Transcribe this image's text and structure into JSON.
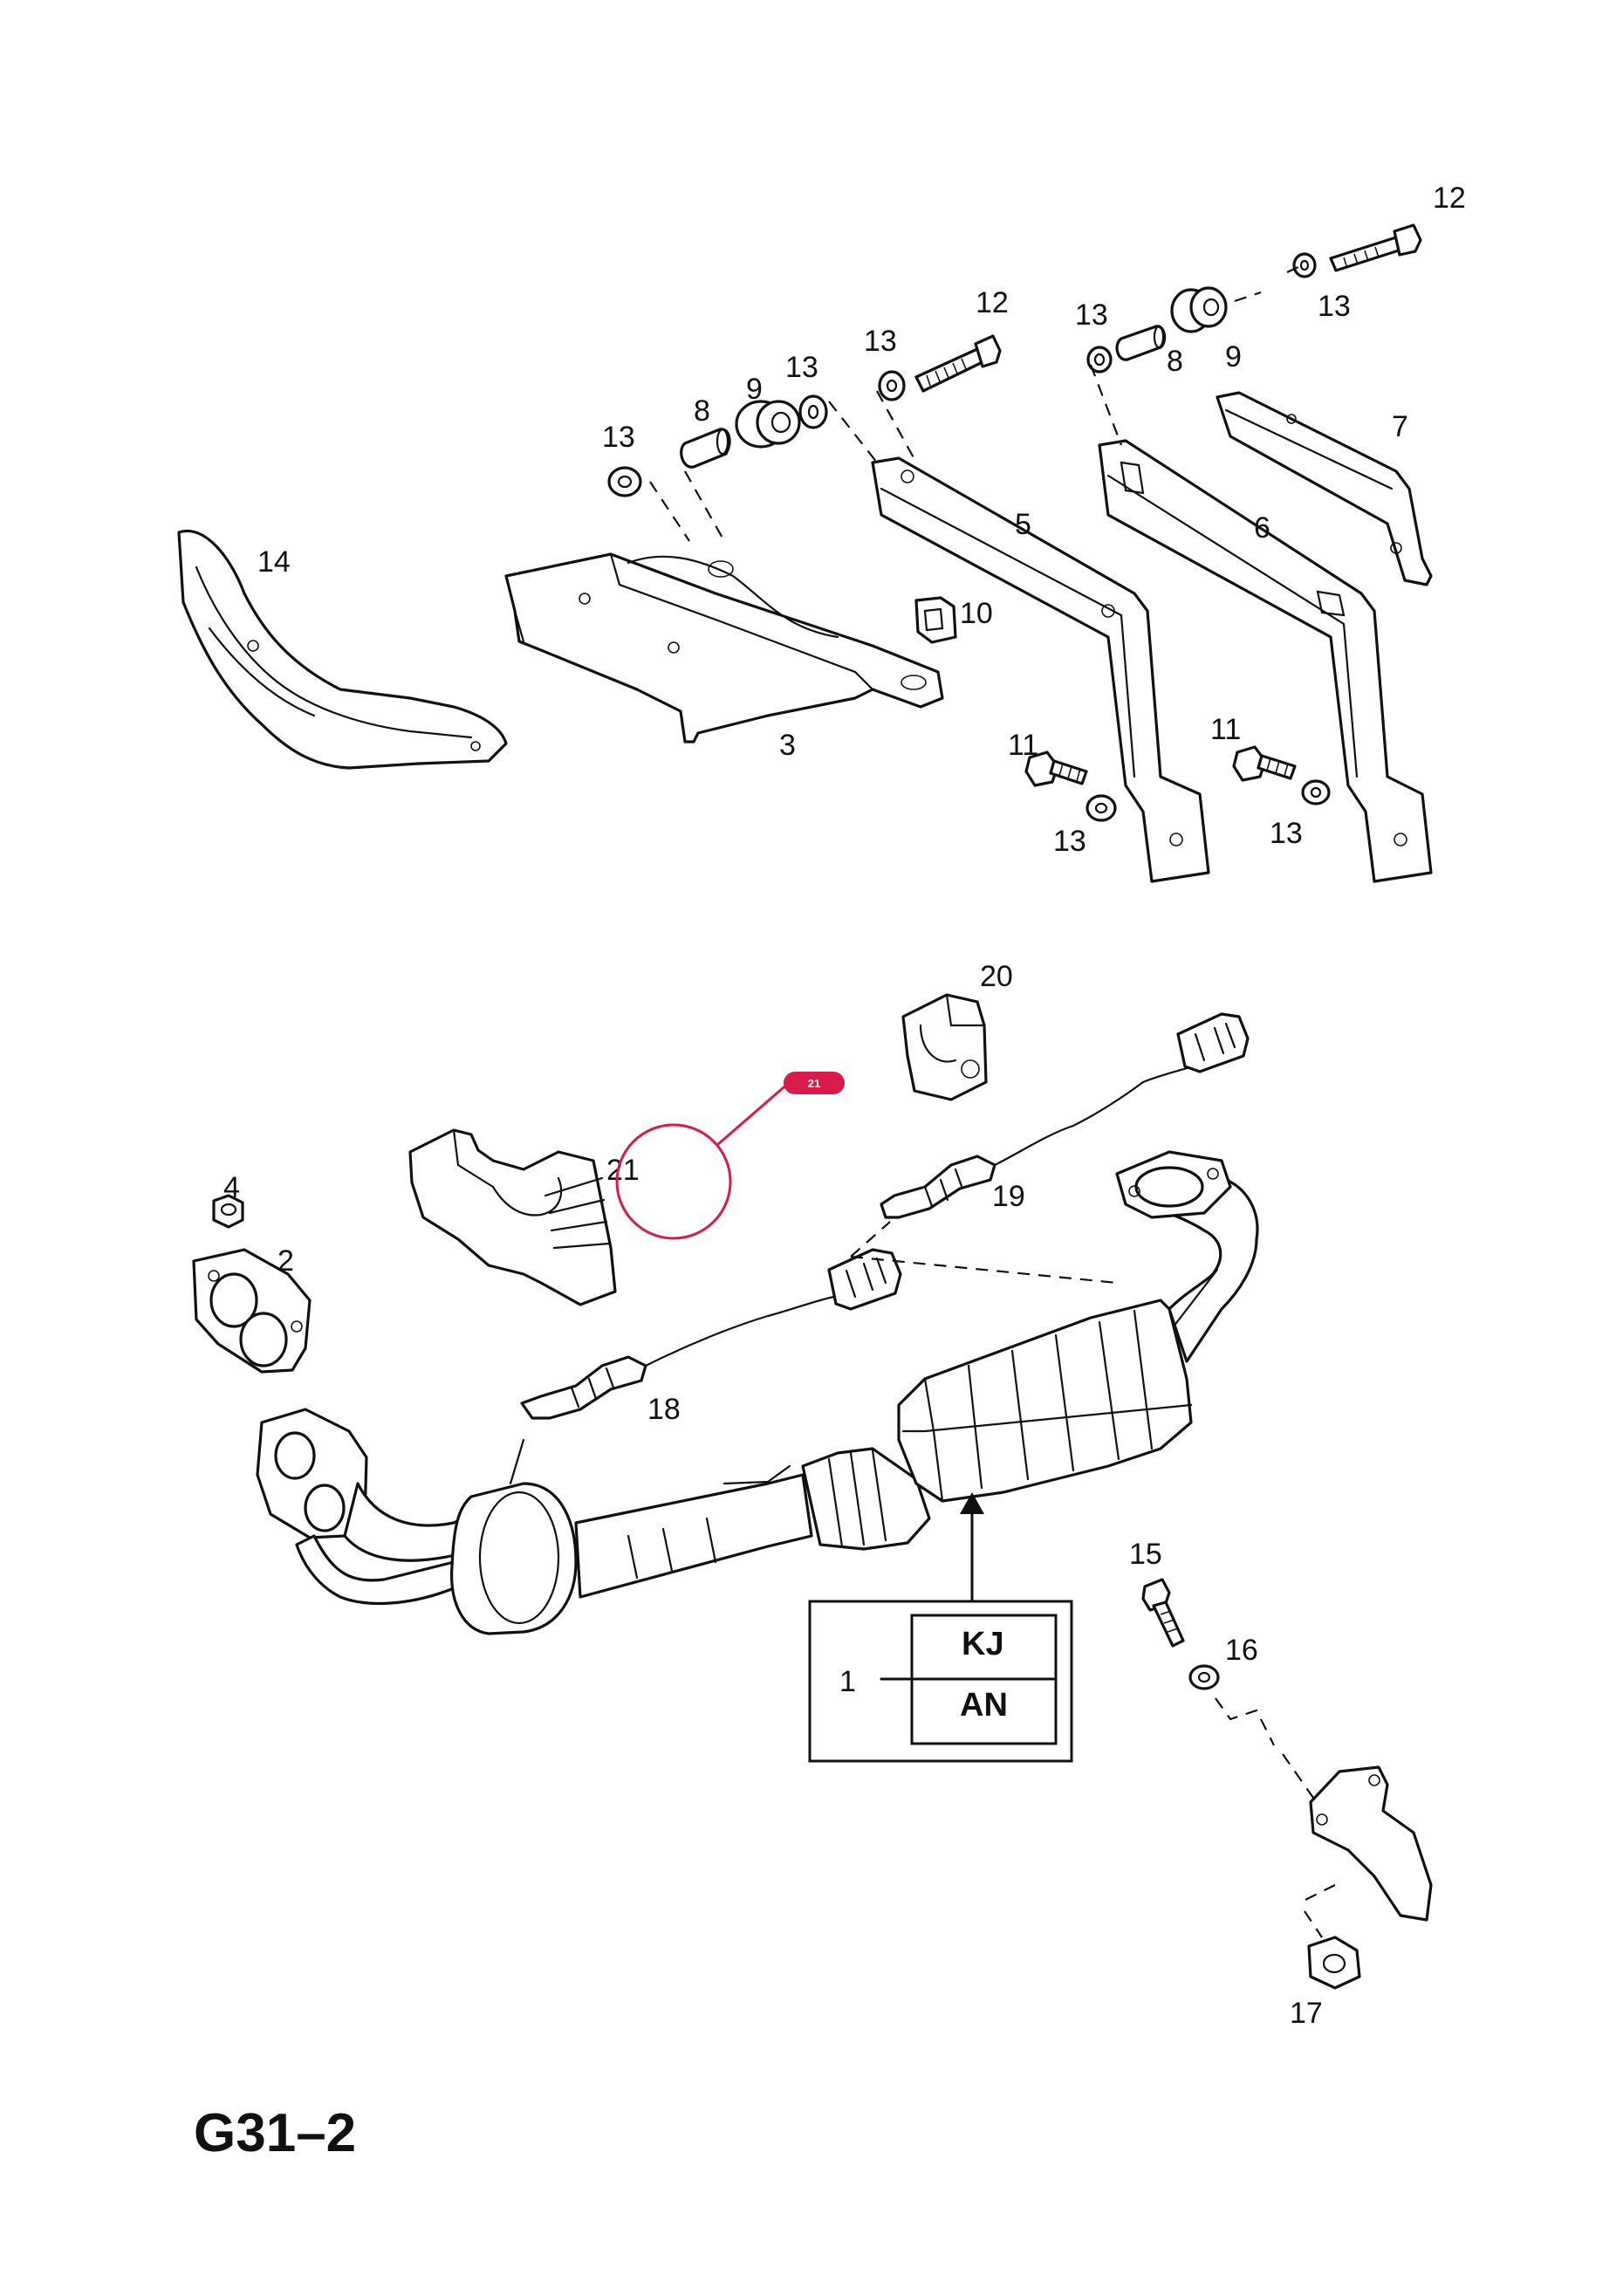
{
  "diagram_code": "G31–2",
  "callouts": {
    "c1": "1",
    "c2": "2",
    "c3": "3",
    "c4": "4",
    "c5": "5",
    "c6": "6",
    "c7": "7",
    "c8a": "8",
    "c8b": "8",
    "c9a": "9",
    "c9b": "9",
    "c10": "10",
    "c11a": "11",
    "c11b": "11",
    "c12a": "12",
    "c12b": "12",
    "c13a": "13",
    "c13b": "13",
    "c13c": "13",
    "c13d": "13",
    "c13e": "13",
    "c13f": "13",
    "c13g": "13",
    "c14": "14",
    "c15": "15",
    "c16": "16",
    "c17": "17",
    "c18": "18",
    "c19": "19",
    "c20": "20",
    "c21": "21"
  },
  "variant_box": {
    "kj": "KJ",
    "an": "AN"
  },
  "highlight_marker": {
    "label": "21",
    "color": "#d81b4a"
  }
}
